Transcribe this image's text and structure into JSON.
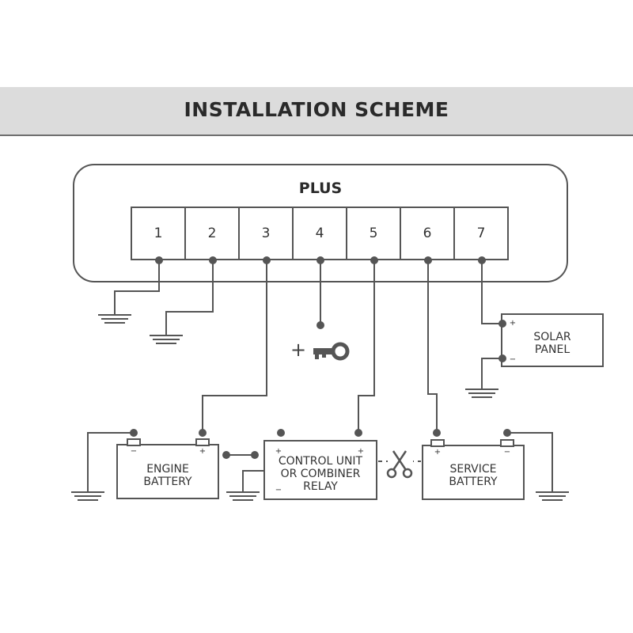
{
  "header": {
    "title": "INSTALLATION SCHEME"
  },
  "device": {
    "name": "PLUS",
    "terminals": [
      "1",
      "2",
      "3",
      "4",
      "5",
      "6",
      "7"
    ]
  },
  "solar_panel": {
    "line1": "SOLAR",
    "line2": "PANEL",
    "plus": "+",
    "minus": "−"
  },
  "ignition": {
    "plus": "+",
    "icon": "key-icon"
  },
  "engine_battery": {
    "line1": "ENGINE",
    "line2": "BATTERY",
    "minus": "−",
    "plus": "+"
  },
  "control_unit": {
    "line1": "CONTROL UNIT",
    "line2": "OR COMBINER",
    "line3": "RELAY",
    "plus_left": "+",
    "plus_right": "+",
    "minus": "−"
  },
  "service_battery": {
    "line1": "SERVICE",
    "line2": "BATTERY",
    "plus": "+",
    "minus": "−"
  },
  "icons": {
    "cut": "scissors-icon",
    "ground": "ground-icon",
    "key": "key-icon"
  }
}
